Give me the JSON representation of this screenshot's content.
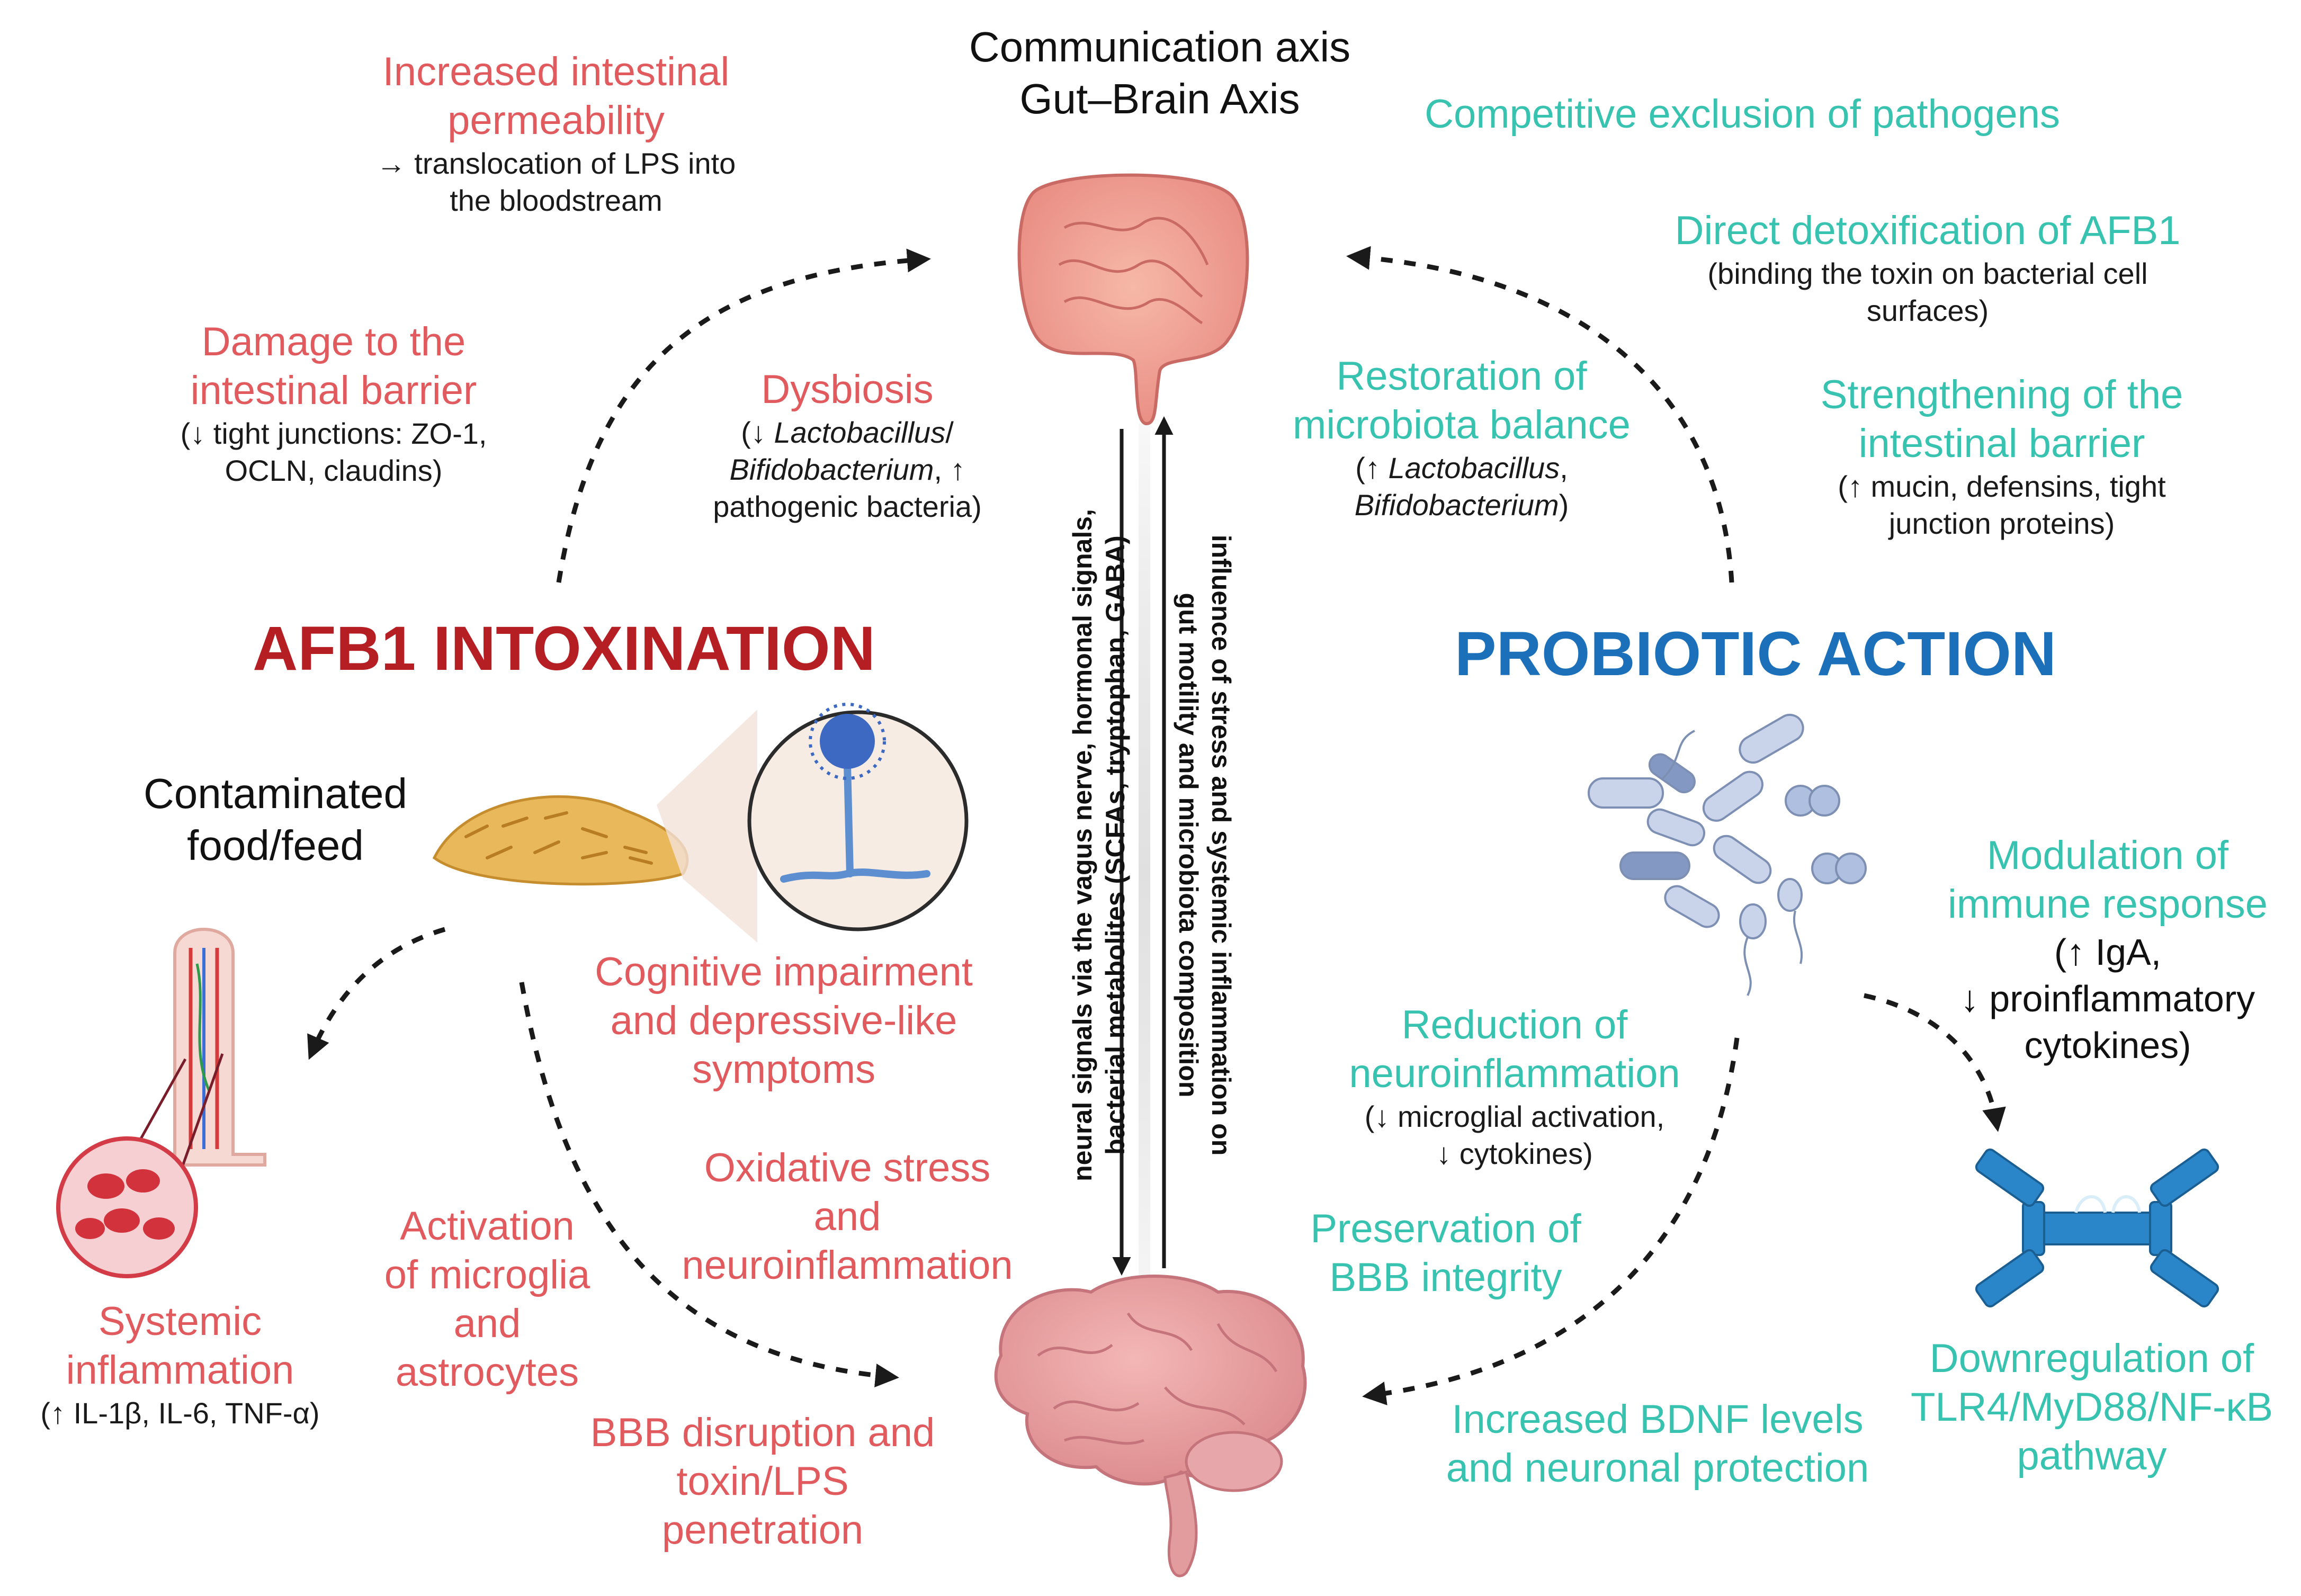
{
  "header": {
    "line1": "Communication axis",
    "line2": "Gut–Brain Axis"
  },
  "left": {
    "title": "AFB1 INTOXINATION",
    "permeability": {
      "title1": "Increased intestinal",
      "title2": "permeability",
      "d1": "→ translocation of LPS into",
      "d2": "the bloodstream"
    },
    "barrier": {
      "title1": "Damage to the",
      "title2": "intestinal barrier",
      "d1": "(↓ tight junctions: ZO-1,",
      "d2": "OCLN, claudins)"
    },
    "dysbiosis": {
      "title": "Dysbiosis",
      "d1a": "(↓ ",
      "d1b": "Lactobacillus",
      "d1c": "/",
      "d2a": "Bifidobacterium",
      "d2b": ", ↑",
      "d3": "pathogenic bacteria)"
    },
    "food": {
      "l1": "Contaminated",
      "l2": "food/feed"
    },
    "cognitive": {
      "l1": "Cognitive impairment",
      "l2": "and depressive-like",
      "l3": "symptoms"
    },
    "oxidative": {
      "l1": "Oxidative stress",
      "l2": "and",
      "l3": "neuroinflammation"
    },
    "microglia": {
      "l1": "Activation",
      "l2": "of microglia",
      "l3": "and",
      "l4": "astrocytes"
    },
    "systemic": {
      "l1": "Systemic",
      "l2": "inflammation",
      "d1": "(↑ IL-1β, IL-6, TNF-α)"
    },
    "bbb": {
      "l1": "BBB disruption and",
      "l2": "toxin/LPS",
      "l3": "penetration"
    }
  },
  "center": {
    "down_arrow_text1": "neural signals via the vagus nerve, hormonal signals,",
    "down_arrow_text2": "bacterial metabolites (SCFAs, tryptophan, GABA)",
    "up_arrow_text1": "influence of stress and systemic inflammation on",
    "up_arrow_text2": "gut motility and microbiota composition"
  },
  "right": {
    "title": "PROBIOTIC ACTION",
    "competitive": "Competitive exclusion of pathogens",
    "detox": {
      "title": "Direct detoxification of AFB1",
      "d1": "(binding the toxin on bacterial cell",
      "d2": "surfaces)"
    },
    "restoration": {
      "l1": "Restoration of",
      "l2": "microbiota balance",
      "d1a": "(↑ ",
      "d1b": "Lactobacillus",
      "d1c": ",",
      "d2a": "Bifidobacterium",
      "d2b": ")"
    },
    "strengthening": {
      "l1": "Strengthening of the",
      "l2": "intestinal barrier",
      "d1": "(↑ mucin, defensins, tight",
      "d2": "junction proteins)"
    },
    "modulation": {
      "l1": "Modulation of",
      "l2": "immune response",
      "d1": "(↑ IgA,",
      "d2": "↓ proinflammatory",
      "d3": "cytokines)"
    },
    "reduction": {
      "l1": "Reduction of",
      "l2": "neuroinflammation",
      "d1": "(↓ microglial activation,",
      "d2": "↓ cytokines)"
    },
    "preservation": {
      "l1": "Preservation of",
      "l2": "BBB integrity"
    },
    "bdnf": {
      "l1": "Increased BDNF levels",
      "l2": "and neuronal protection"
    },
    "tlr": {
      "l1": "Downregulation of",
      "l2": "TLR4/MyD88/NF-κB",
      "l3": "pathway"
    }
  },
  "colors": {
    "red": "#e05a5e",
    "dark_red": "#b51f24",
    "teal": "#38c2b0",
    "blue": "#1c6fb9"
  }
}
